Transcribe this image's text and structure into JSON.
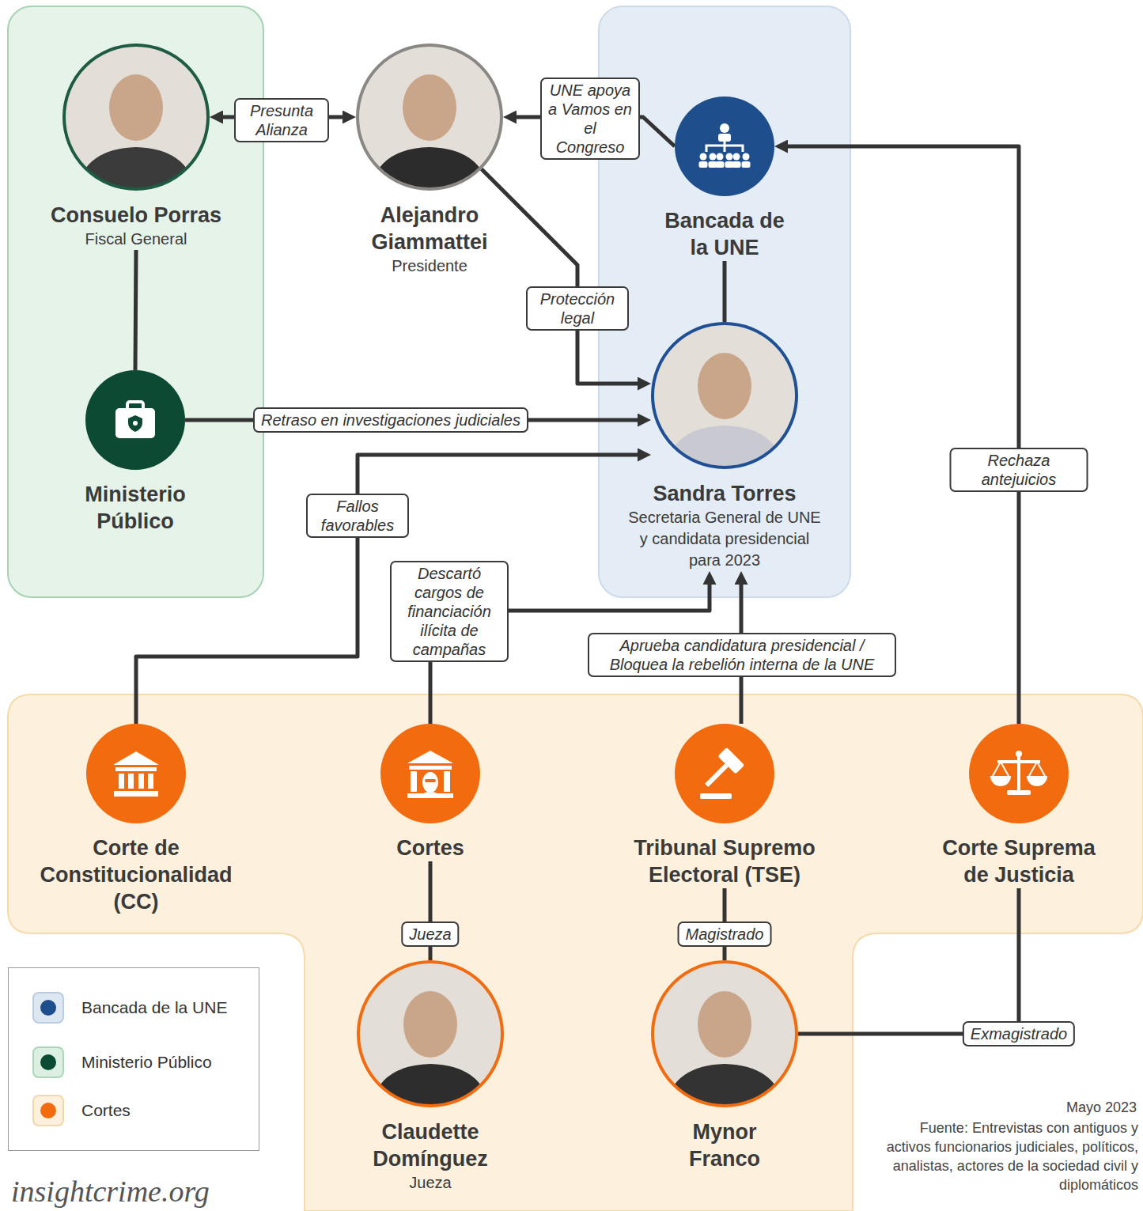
{
  "diagram": {
    "nodes": [
      {
        "text": [
          "Consuelo Porras",
          "Fiscal General"
        ]
      },
      {
        "text": [
          "Alejandro Giammattei",
          "Presidente"
        ]
      },
      {
        "text": [
          "Bancada de la UNE"
        ]
      },
      {
        "text": [
          "Ministerio Público"
        ]
      },
      {
        "text": [
          "Sandra Torres",
          "Secretaria General de UNE y candidata presidencial para 2023"
        ]
      },
      {
        "text": [
          "Corte de Constitucionalidad (CC)"
        ]
      },
      {
        "text": [
          "Cortes"
        ]
      },
      {
        "text": [
          "Tribunal Supremo Electoral (TSE)"
        ]
      },
      {
        "text": [
          "Corte Suprema de Justicia"
        ]
      },
      {
        "text": [
          "Claudette Domínguez",
          "Jueza"
        ]
      },
      {
        "text": [
          "Mynor Franco"
        ]
      }
    ],
    "edges": [
      {
        "from": 0,
        "to": 1,
        "label": "Presunta Alianza",
        "arrow": "both"
      },
      {
        "from": 2,
        "to": 1,
        "label": "UNE apoya a Vamos en el Congreso",
        "arrow": "to"
      },
      {
        "from": 1,
        "to": 4,
        "label": "Protección legal",
        "arrow": "to"
      },
      {
        "from": 2,
        "to": 4,
        "arrow": "none"
      },
      {
        "from": 0,
        "to": 3,
        "arrow": "none"
      },
      {
        "from": 3,
        "to": 4,
        "label": "Retraso en investigaciones judiciales",
        "arrow": "to"
      },
      {
        "from": 5,
        "to": 4,
        "label": "Fallos favorables",
        "arrow": "to"
      },
      {
        "from": 6,
        "to": 4,
        "label": "Descartó cargos de financiación ilícita de campañas",
        "arrow": "to"
      },
      {
        "from": 7,
        "to": 4,
        "label": "Aprueba candidatura presidencial / Bloquea la rebelión interna de la UNE",
        "arrow": "to"
      },
      {
        "from": 8,
        "to": 2,
        "label": "Rechaza antejuicios",
        "arrow": "to"
      },
      {
        "from": 6,
        "to": 9,
        "label": "Jueza",
        "arrow": "none"
      },
      {
        "from": 7,
        "to": 10,
        "label": "Magistrado",
        "arrow": "none"
      },
      {
        "from": 10,
        "to": 8,
        "label": "Exmagistrado",
        "arrow": "none"
      }
    ],
    "labels": [
      "Mayo 2023",
      "Fuente: Entrevistas con antiguos y activos funcionarios judiciales, políticos, analistas, actores de la sociedad civil y diplomáticos",
      "insightcrime.org"
    ],
    "legend": [
      {
        "text": "Bancada de la UNE",
        "color": "#1f4e8c"
      },
      {
        "text": "Ministerio Público",
        "color": "#0d4a34"
      },
      {
        "text": "Cortes",
        "color": "#f26b0e"
      }
    ]
  }
}
